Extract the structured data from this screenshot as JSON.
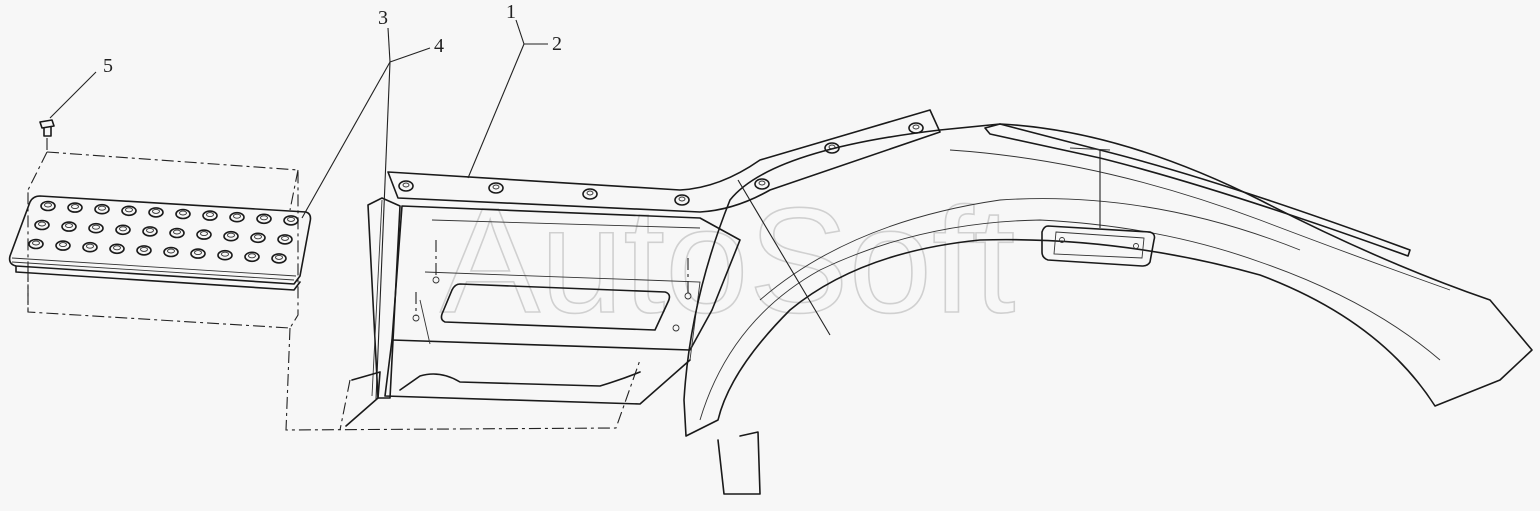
{
  "watermark": "AutoSoft",
  "callouts": [
    {
      "id": "1",
      "label": "1"
    },
    {
      "id": "2",
      "label": "2"
    },
    {
      "id": "3",
      "label": "3"
    },
    {
      "id": "4",
      "label": "4"
    },
    {
      "id": "5",
      "label": "5"
    }
  ],
  "colors": {
    "background": "#f7f7f7",
    "line": "#1a1a1a",
    "watermark": "#d0d0d0"
  }
}
